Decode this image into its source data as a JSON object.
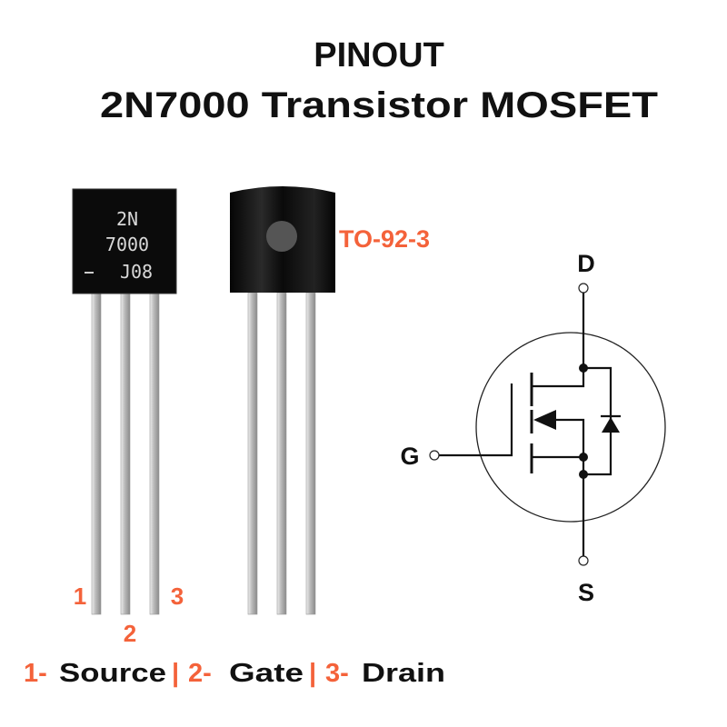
{
  "title": {
    "line1": "PINOUT",
    "line2": "2N7000 Transistor MOSFET"
  },
  "package_label": "TO-92-3",
  "front_view": {
    "marking": [
      "2N",
      "7000",
      "J08"
    ]
  },
  "pin_numbers": [
    "1",
    "2",
    "3"
  ],
  "legend": [
    {
      "num": "1-",
      "name": "Source"
    },
    {
      "num": "2-",
      "name": "Gate"
    },
    {
      "num": "3-",
      "name": "Drain"
    }
  ],
  "legend_separator": "|",
  "symbol": {
    "drain": "D",
    "gate": "G",
    "source": "S"
  },
  "colors": {
    "accent": "#f4623a",
    "text": "#111111"
  }
}
